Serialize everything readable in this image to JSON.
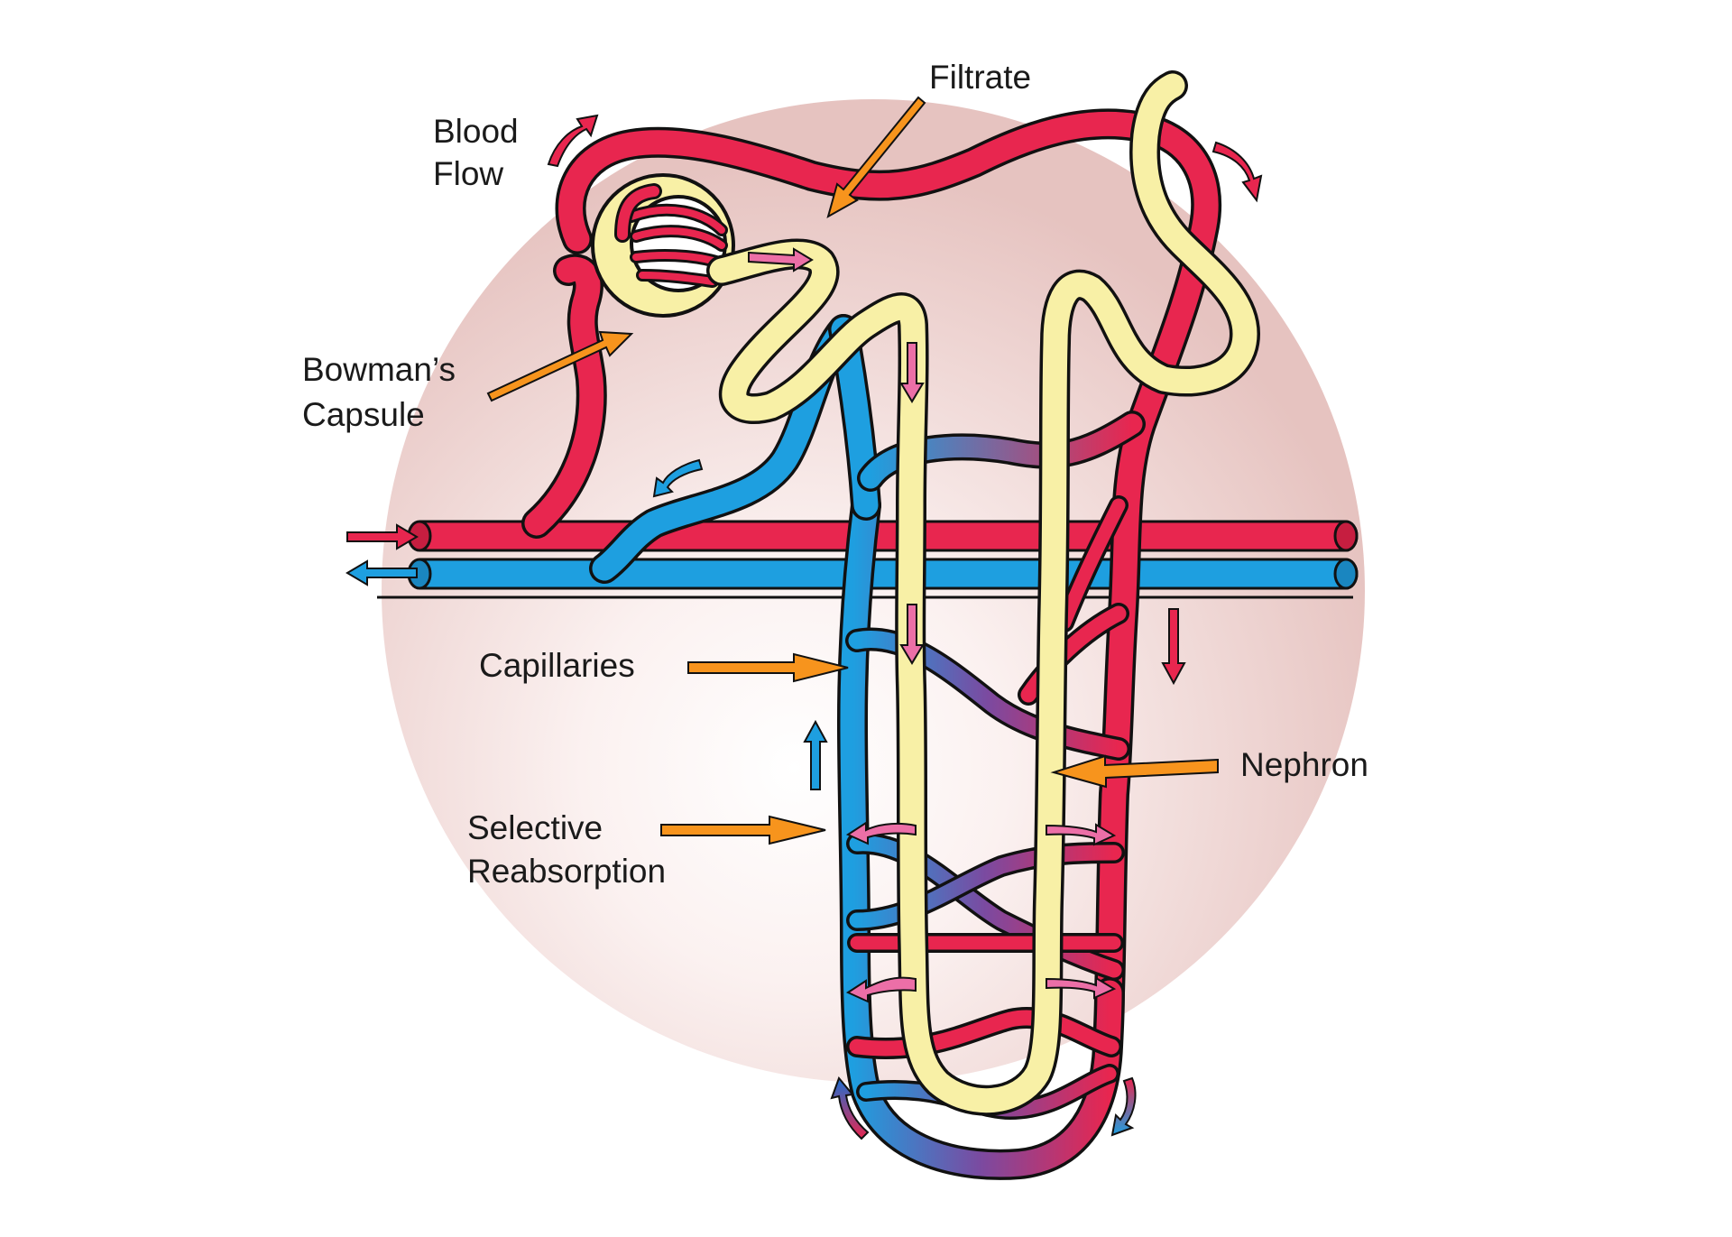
{
  "labels": {
    "filtrate": "Filtrate",
    "blood_flow_line1": "Blood",
    "blood_flow_line2": "Flow",
    "bowmans_line1": "Bowman’s",
    "bowmans_line2": "Capsule",
    "capillaries": "Capillaries",
    "nephron": "Nephron",
    "selective_line1": "Selective",
    "selective_line2": "Reabsorption"
  },
  "colors": {
    "artery": "#e8264f",
    "vein": "#1e9fe0",
    "nephron": "#f8f0a6",
    "label_arrow": "#f7941d",
    "flow_arrow": "#ec6fa7",
    "background_disc": "#e9c9c6",
    "outline": "#111111"
  }
}
